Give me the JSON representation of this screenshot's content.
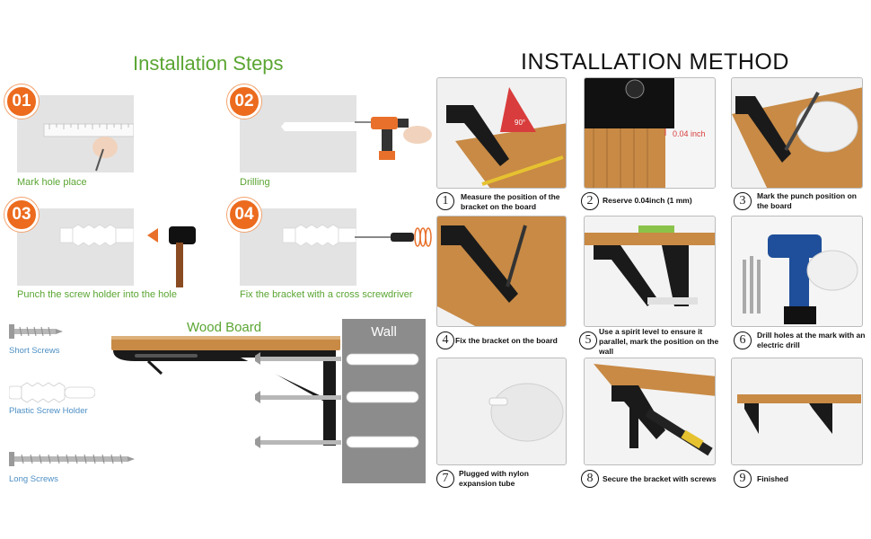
{
  "left": {
    "title": "Installation Steps",
    "steps": [
      {
        "number": "01",
        "caption": "Mark hole place"
      },
      {
        "number": "02",
        "caption": "Drilling"
      },
      {
        "number": "03",
        "caption": "Punch the screw holder into the hole"
      },
      {
        "number": "04",
        "caption": "Fix the bracket with a cross screwdriver"
      }
    ],
    "parts": {
      "short_screws": "Short Screws",
      "plastic_holder": "Plastic Screw Holder",
      "long_screws": "Long Screws"
    },
    "diagram": {
      "wood_board": "Wood Board",
      "wall": "Wall"
    }
  },
  "right": {
    "title": "INSTALLATION METHOD",
    "measure_note": "0.04 inch",
    "angle_label": "90°",
    "steps": [
      {
        "number": "1",
        "caption": "Measure the position of the bracket on the board"
      },
      {
        "number": "2",
        "caption": "Reserve 0.04inch (1 mm)"
      },
      {
        "number": "3",
        "caption": "Mark the punch position on the board"
      },
      {
        "number": "4",
        "caption": "Fix the bracket on the board"
      },
      {
        "number": "5",
        "caption": "Use a spirit level to ensure it parallel, mark the position on the wall"
      },
      {
        "number": "6",
        "caption": "Drill holes at the mark with an electric drill"
      },
      {
        "number": "7",
        "caption": "Plugged with nylon expansion tube"
      },
      {
        "number": "8",
        "caption": "Secure the bracket with screws"
      },
      {
        "number": "9",
        "caption": "Finished"
      }
    ]
  },
  "colors": {
    "green": "#5aa532",
    "orange": "#ec6b1e",
    "blue_label": "#4d8fc4",
    "wood": "#c88a45",
    "bracket": "#1a1a1a"
  }
}
